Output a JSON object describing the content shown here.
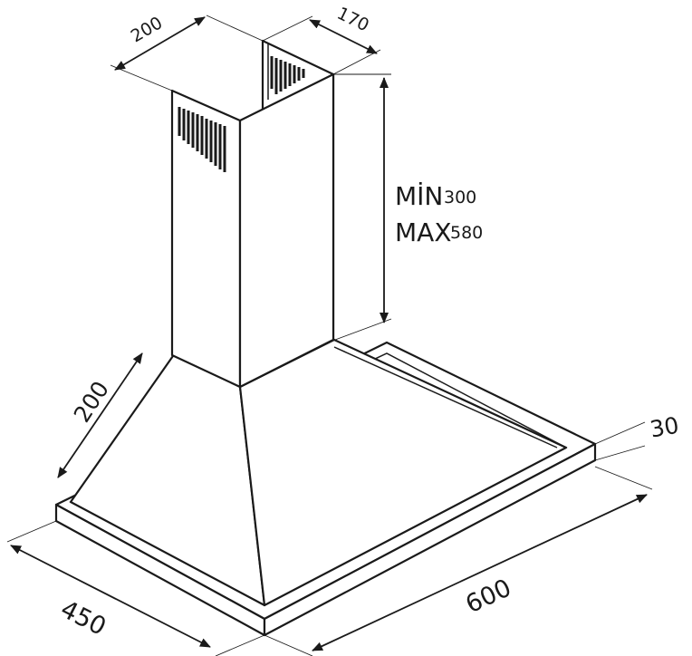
{
  "dimensions": {
    "chimney_width": "200",
    "chimney_depth": "170",
    "chimney_height_min_label": "MİN",
    "chimney_height_min_value": "300",
    "chimney_height_max_label": "MAX",
    "chimney_height_max_value": "580",
    "canopy_slope": "200",
    "base_thickness": "30",
    "hood_width": "600",
    "hood_depth": "450"
  },
  "colors": {
    "line": "#1a1a1a",
    "background": "#ffffff"
  }
}
